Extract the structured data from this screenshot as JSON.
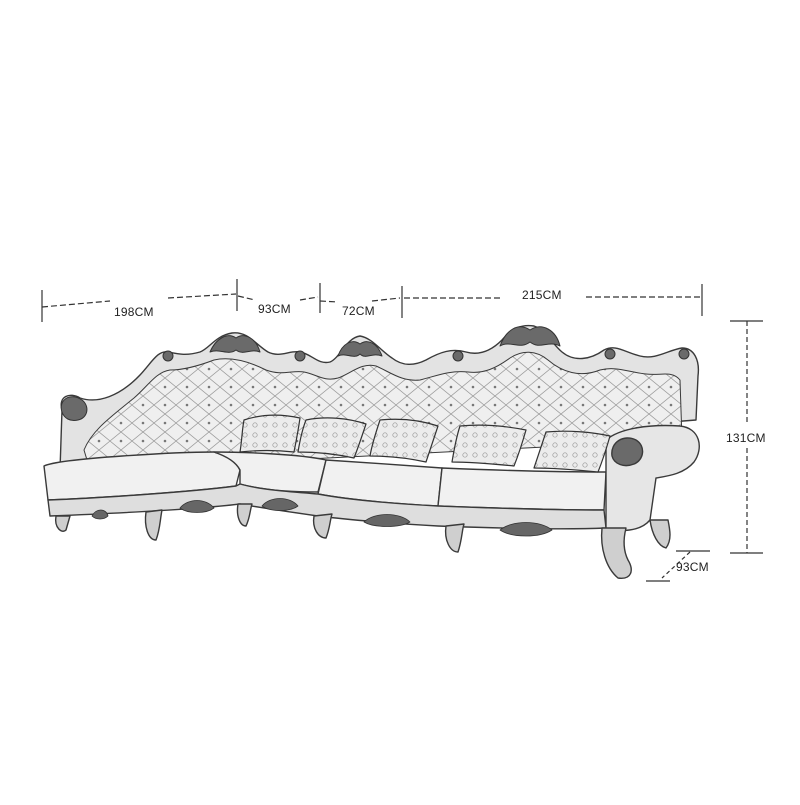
{
  "dimensions": {
    "left_section_width": "198CM",
    "corner_width": "93CM",
    "middle_section_width": "72CM",
    "right_section_width": "215CM",
    "height": "131CM",
    "depth": "93CM"
  },
  "colors": {
    "line": "#3a3a3a",
    "fill": "#f4f4f4",
    "shade": "#cfcfcf",
    "ornament": "#555555"
  }
}
